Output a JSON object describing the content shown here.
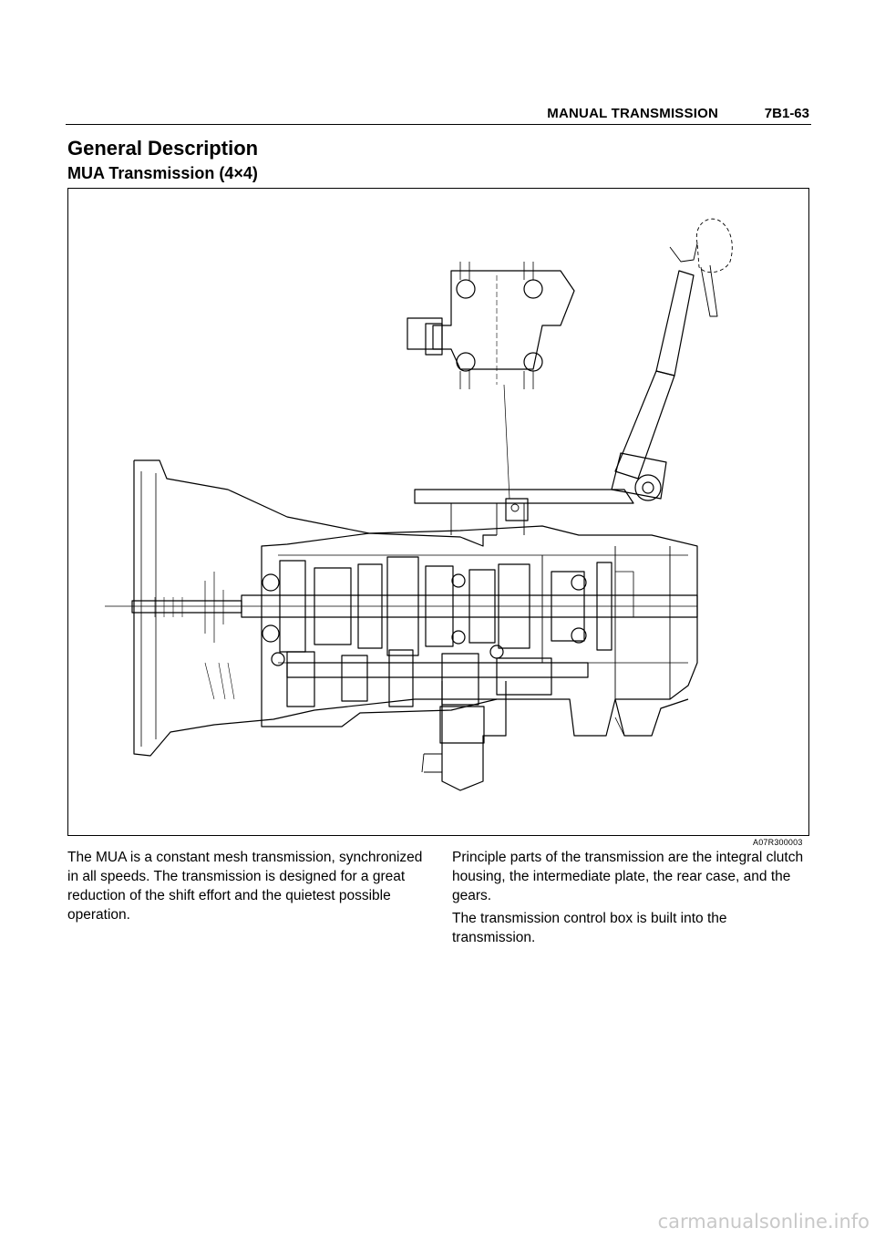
{
  "header": {
    "section": "MANUAL TRANSMISSION",
    "page": "7B1-63"
  },
  "title": "General Description",
  "subtitle": "MUA Transmission (4×4)",
  "figure": {
    "id": "A07R300003"
  },
  "body": {
    "left": [
      "The MUA is a constant mesh transmission, synchronized in all speeds. The transmission is designed for a great reduction of the shift effort and the quietest possible operation."
    ],
    "right": [
      "Principle parts of the transmission are the integral clutch housing, the intermediate plate, the rear case, and the gears.",
      "The transmission control box is built into the transmission."
    ]
  },
  "watermark": "carmanualsonline.info"
}
